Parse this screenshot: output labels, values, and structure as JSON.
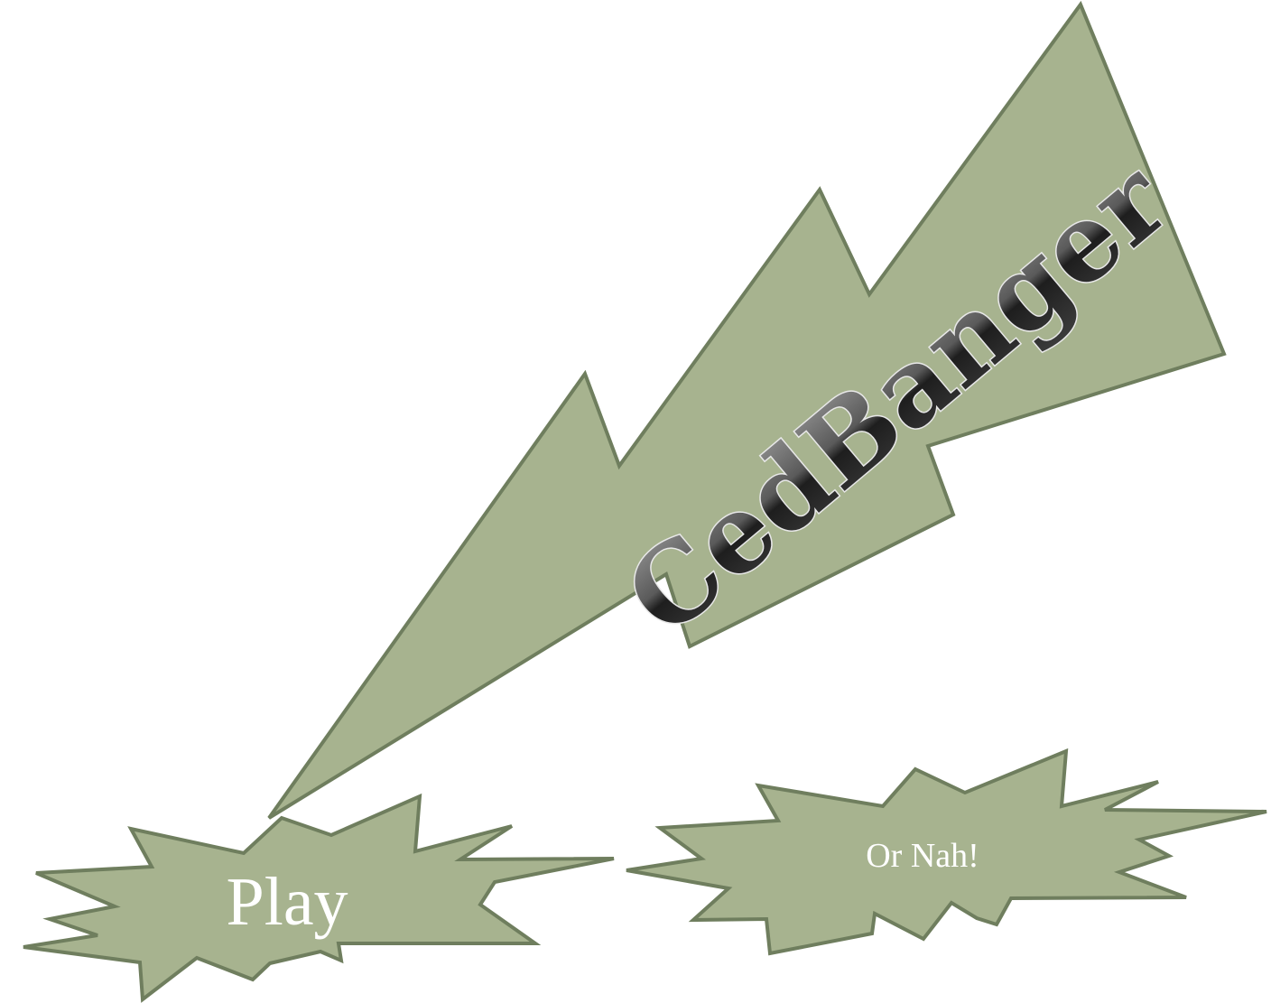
{
  "game": {
    "title": "CedBanger",
    "menu": {
      "play_label": "Play",
      "quit_label": "Or Nah!"
    }
  },
  "colors": {
    "shape_fill": "#a7b38f",
    "shape_stroke": "#6f7e5e",
    "button_text": "#ffffff",
    "title_dark": "#1a1a1a",
    "title_light": "#8a8a8a"
  }
}
